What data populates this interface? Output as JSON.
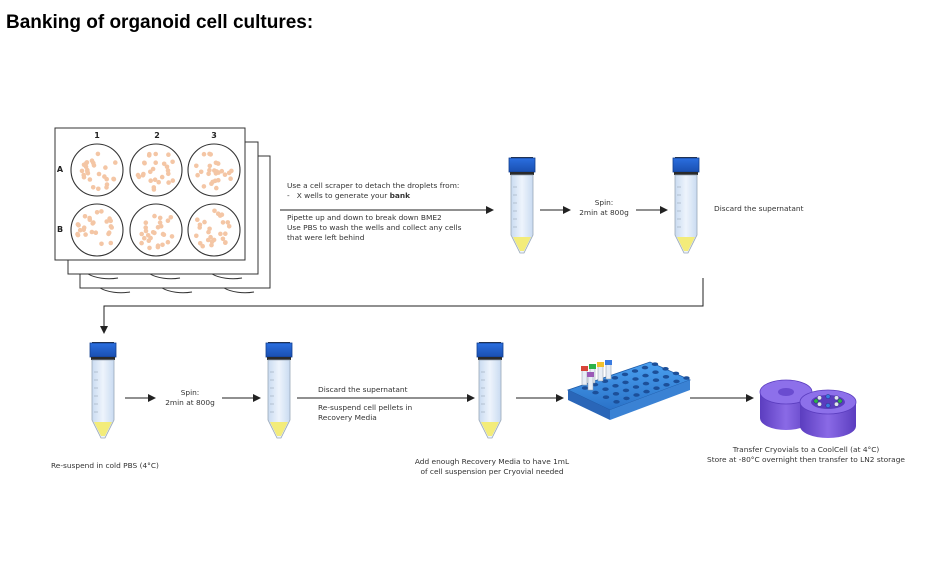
{
  "title": "Banking of organoid cell cultures:",
  "plate": {
    "columns": [
      "1",
      "2",
      "3"
    ],
    "rows": [
      "A",
      "B"
    ]
  },
  "step1": {
    "line1": "Use a cell scraper to detach the droplets from:",
    "bullet_dash": "-",
    "bullet_text": "X wells to generate your",
    "bullet_bold": "bank",
    "line3": "Pipette up and down to break down BME2",
    "line4": "Use PBS to wash the wells and collect any cells",
    "line5": "that were left behind"
  },
  "spin1": {
    "line1": "Spin:",
    "line2": "2min at 800g"
  },
  "discard1": "Discard the supernatant",
  "resuspend_pbs": "Re-suspend in cold PBS (4°C)",
  "spin2": {
    "line1": "Spin:",
    "line2": "2min at 800g"
  },
  "step_discard2": {
    "line1": "Discard the supernatant",
    "line2": "Re-suspend cell pellets in",
    "line3": "Recovery Media"
  },
  "recovery": {
    "line1": "Add enough Recovery Media to have 1mL",
    "line2": "of cell suspension per Cryovial needed"
  },
  "coolcell": {
    "line1": "Transfer Cryovials to a CoolCell (at 4°C)",
    "line2": "Store at -80°C overnight then transfer to LN2 storage"
  },
  "colors": {
    "cap": "#1f5ec9",
    "liquid": "#dde9f7",
    "pellet": "#f3ec7a",
    "rack": "#3d8fe0",
    "coolcell": "#7b5ad6",
    "dot": "#f4c6a5"
  }
}
